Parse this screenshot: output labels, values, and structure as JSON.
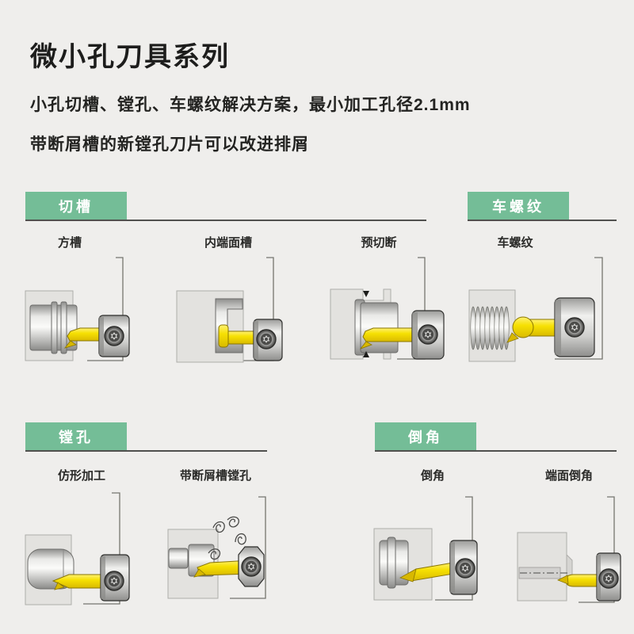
{
  "page": {
    "title": "微小孔刀具系列",
    "subtitle1": "小孔切槽、镗孔、车螺纹解决方案，最小加工孔径2.1mm",
    "subtitle2": "带断屑槽的新镗孔刀片可以改进排屑",
    "min_bore_diameter": "2.1mm"
  },
  "colors": {
    "background": "#efeeec",
    "badge_green": "#74bd97",
    "tool_yellow": "#f6e003",
    "rule_gray": "#50504e",
    "text_dark": "#1d1d1c"
  },
  "sections": [
    {
      "label": "切槽"
    },
    {
      "label": "车螺纹"
    },
    {
      "label": "镗孔"
    },
    {
      "label": "倒角"
    }
  ],
  "figures": [
    {
      "label": "方槽",
      "section": "切槽"
    },
    {
      "label": "内端面槽",
      "section": "切槽"
    },
    {
      "label": "预切断",
      "section": "切槽"
    },
    {
      "label": "车螺纹",
      "section": "车螺纹"
    },
    {
      "label": "仿形加工",
      "section": "镗孔"
    },
    {
      "label": "带断屑槽镗孔",
      "section": "镗孔"
    },
    {
      "label": "倒角",
      "section": "倒角"
    },
    {
      "label": "端面倒角",
      "section": "倒角"
    }
  ]
}
